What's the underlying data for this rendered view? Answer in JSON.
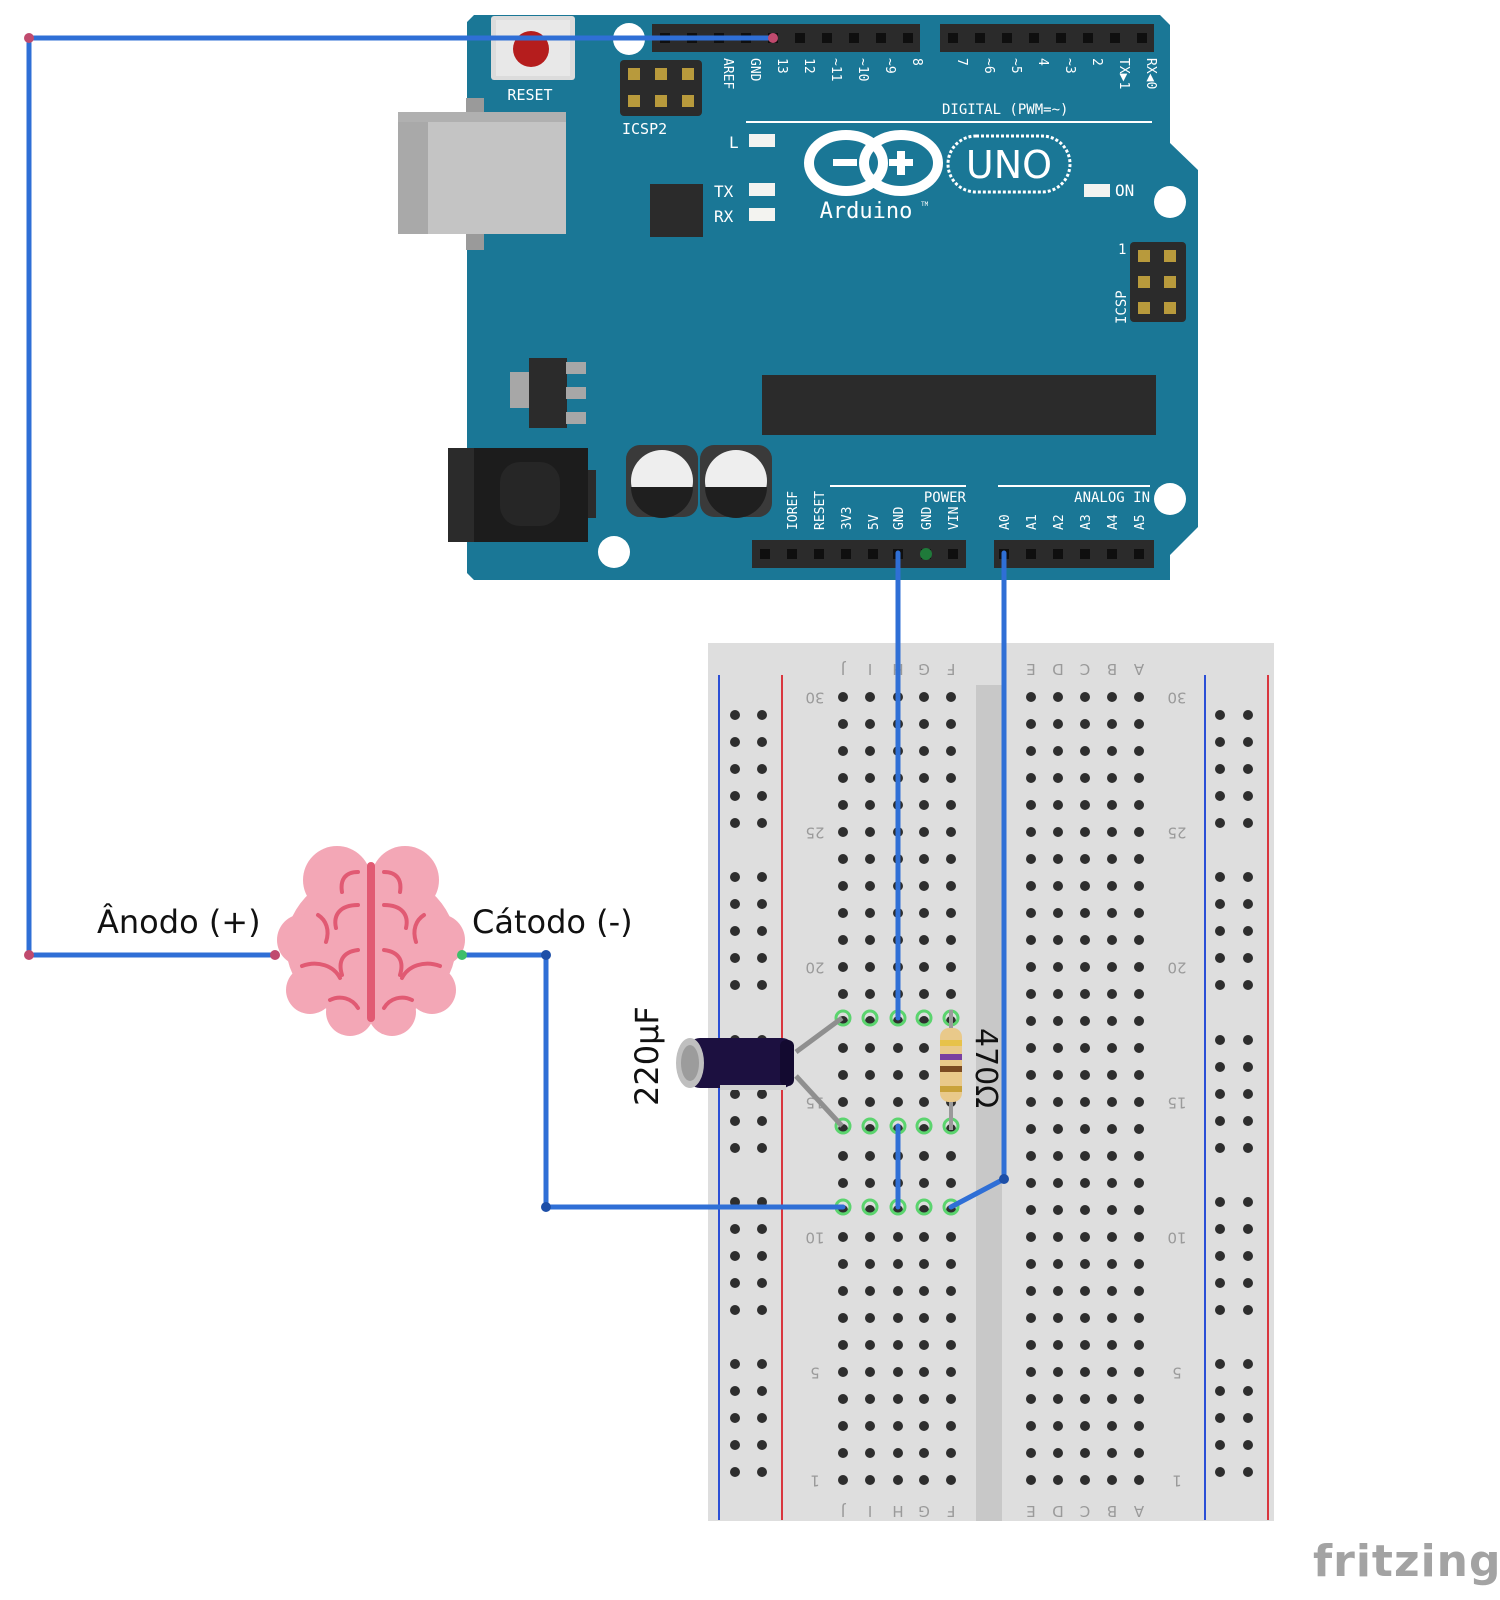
{
  "arduino": {
    "reset_label": "RESET",
    "icsp2_label": "ICSP2",
    "icsp_label": "ICSP",
    "icsp_pin1_label": "1",
    "l_label": "L",
    "tx_label": "TX",
    "rx_label": "RX",
    "on_label": "ON",
    "brand": "Arduino",
    "tm": "TM",
    "model": "UNO",
    "digital_label": "DIGITAL (PWM=~)",
    "digital_pins": [
      "AREF",
      "GND",
      "13",
      "12",
      "~11",
      "~10",
      "~9",
      "8",
      "7",
      "~6",
      "~5",
      "4",
      "~3",
      "2",
      "TX▶1",
      "RX◀0"
    ],
    "power_label": "POWER",
    "power_pins": [
      "IOREF",
      "RESET",
      "3V3",
      "5V",
      "GND",
      "GND",
      "VIN"
    ],
    "analog_label": "ANALOG IN",
    "analog_pins": [
      "A0",
      "A1",
      "A2",
      "A3",
      "A4",
      "A5"
    ]
  },
  "breadboard": {
    "left_cols": [
      "J",
      "I",
      "H",
      "G",
      "F"
    ],
    "right_cols": [
      "E",
      "D",
      "C",
      "B",
      "A"
    ],
    "row_numbers": [
      "30",
      "25",
      "20",
      "15",
      "10",
      "5",
      "1"
    ]
  },
  "components": {
    "capacitor_label": "220µF",
    "resistor_label": "470Ω",
    "anode_label": "Ânodo (+)",
    "cathode_label": "Cátodo (-)"
  },
  "footer": {
    "brand": "fritzing"
  },
  "colors": {
    "board": "#1a7796",
    "wire": "#2f6fd6",
    "header": "#2b2b2b",
    "brain": "#f3a7b6",
    "brain_line": "#e15a73",
    "breadboard": "#dedede",
    "rail_red": "#d9363e",
    "rail_blue": "#2b4fd6"
  }
}
